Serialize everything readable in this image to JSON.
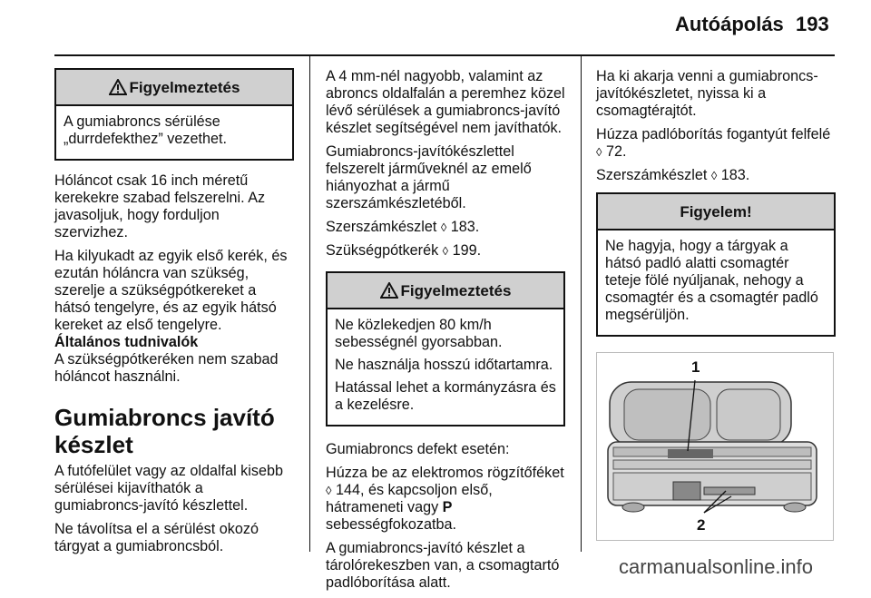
{
  "header": {
    "title": "Autóápolás",
    "page_number": "193"
  },
  "col1": {
    "warning_title": "Figyelmeztetés",
    "warning_text": "A gumiabroncs sérülése „durrdefekthez” vezethet.",
    "p1": "Hóláncot csak 16 inch méretű kerekekre szabad felszerelni. Az javasoljuk, hogy forduljon szervizhez.",
    "p2": "Ha kilyukadt az egyik első kerék, és ezután hóláncra van szükség, szerelje a szükségpótkereket a hátsó tengelyre, és az egyik hátsó kereket az első tengelyre.",
    "subhead": "Általános tudnivalók",
    "p3": "A szükségpótkeréken nem szabad hóláncot használni.",
    "heading": "Gumiabroncs javító készlet",
    "p4": "A futófelület vagy az oldalfal kisebb sérülései kijavíthatók a gumiabroncs-javító készlettel.",
    "p5": "Ne távolítsa el a sérülést okozó tárgyat a gumiabroncsból."
  },
  "col2": {
    "p1": "A 4 mm-nél nagyobb, valamint az abroncs oldalfalán a peremhez közel lévő sérülések a gumiabroncs-javító készlet segítségével nem javíthatók.",
    "p2": "Gumiabroncs-javítókészlettel felszerelt járműveknél az emelő hiányozhat a jármű szerszámkészletéből.",
    "p3_text": "Szerszámkészlet ",
    "p3_ref": "183.",
    "p4_text": "Szükségpótkerék ",
    "p4_ref": "199.",
    "warning_title": "Figyelmeztetés",
    "warning_l1": "Ne közlekedjen 80 km/h sebességnél gyorsabban.",
    "warning_l2": "Ne használja hosszú időtartamra.",
    "warning_l3": "Hatással lehet a kormányzásra és a kezelésre.",
    "p5": "Gumiabroncs defekt esetén:",
    "p6_a": "Húzza be az elektromos rögzítőféket ",
    "p6_b": "144, és kapcsoljon első, hátrameneti vagy ",
    "p6_bold": "P",
    "p6_c": " sebességfokozatba.",
    "p7": "A gumiabroncs-javító készlet a tárolórekeszben van, a csomagtartó padlóborítása alatt."
  },
  "col3": {
    "p1": "Ha ki akarja venni a gumiabroncs-javítókészletet, nyissa ki a csomagtérajtót.",
    "p2_text": "Húzza padlóborítás fogantyút felfelé ",
    "p2_ref": "72.",
    "p3_text": "Szerszámkészlet ",
    "p3_ref": "183.",
    "notice_title": "Figyelem!",
    "notice_text": "Ne hagyja, hogy a tárgyak a hátsó padló alatti csomagtér teteje fölé nyúljanak, nehogy a csomagtér és a csomagtér padló megsérüljön.",
    "figure_label_1": "1",
    "figure_label_2": "2"
  },
  "ref_glyph": "◊",
  "watermark": "carmanualsonline.info"
}
